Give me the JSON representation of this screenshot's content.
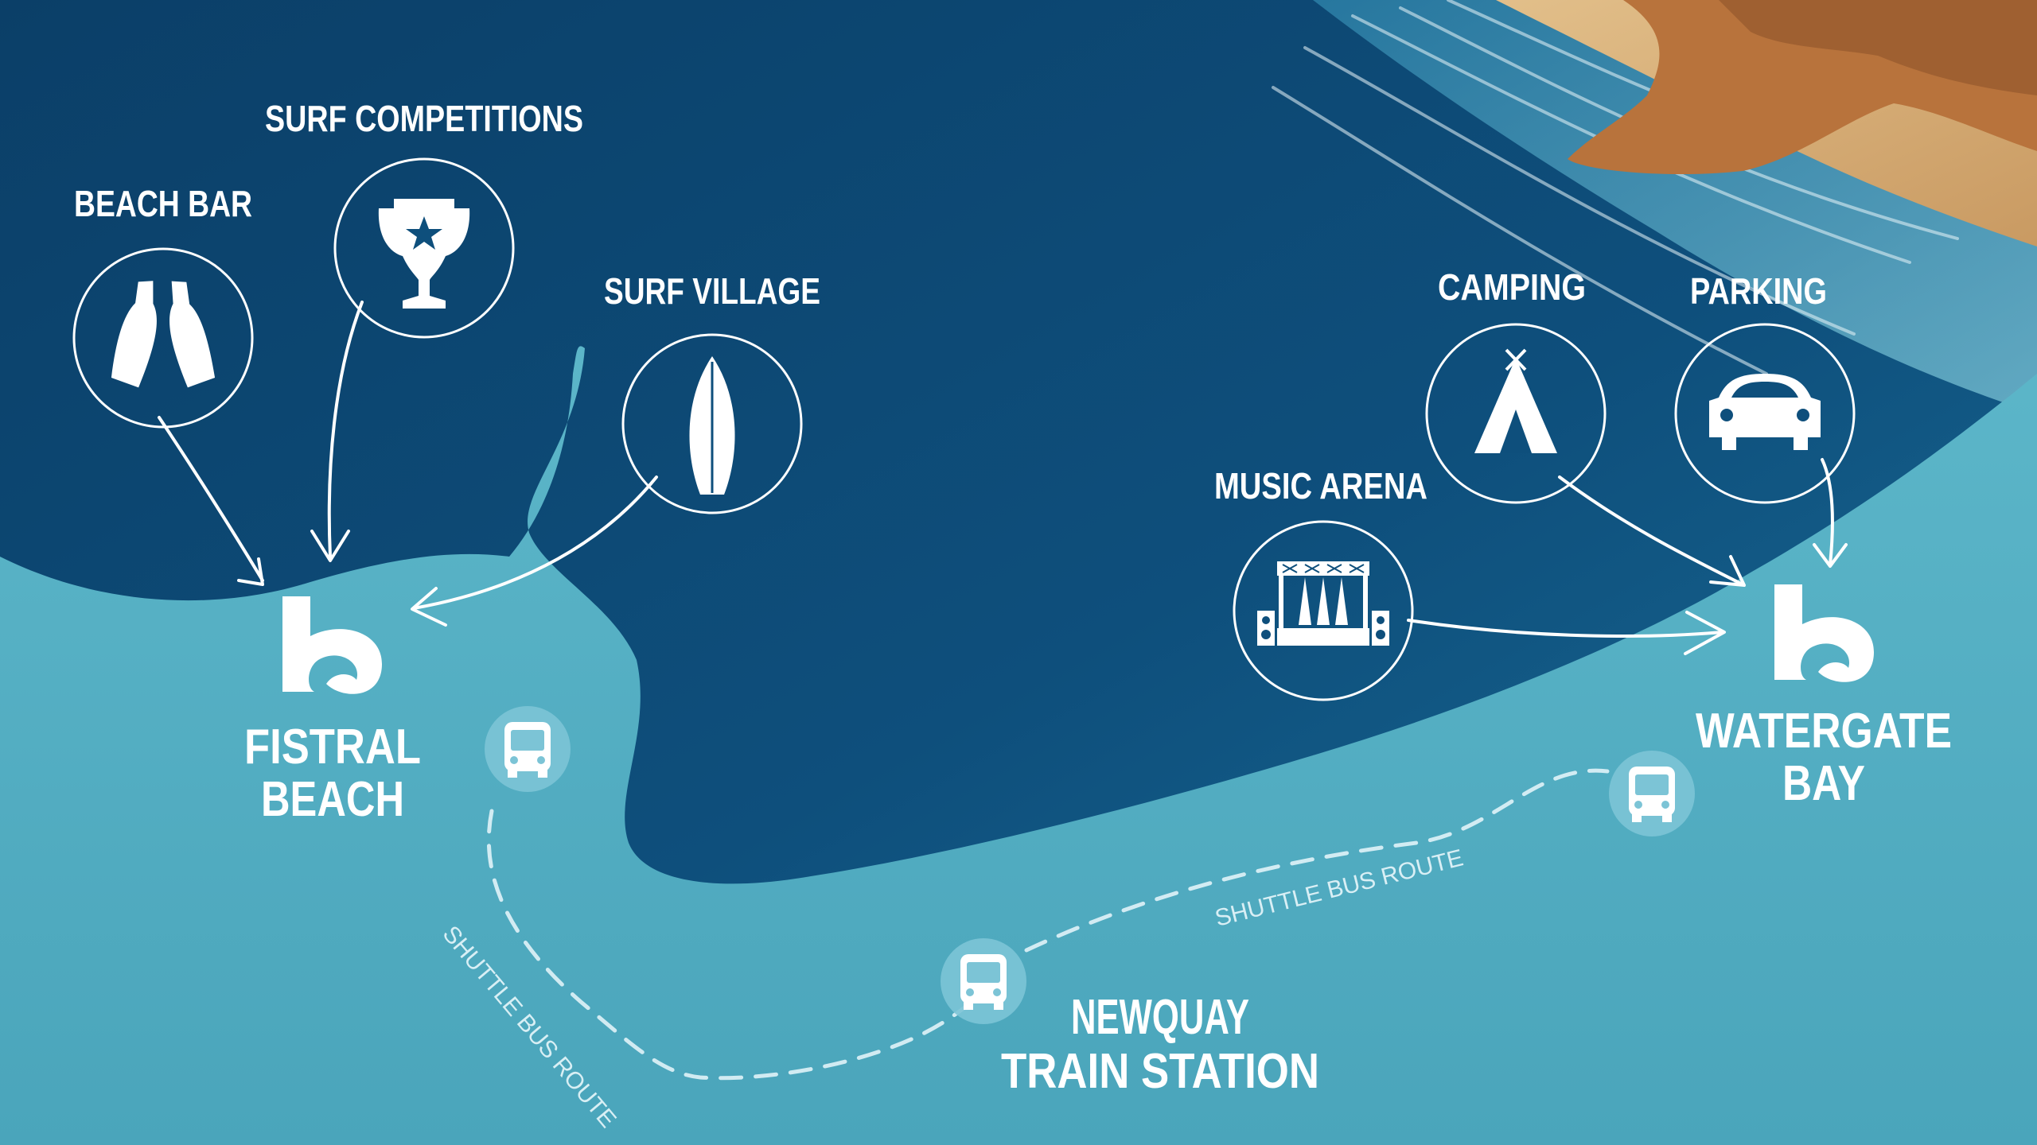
{
  "map": {
    "locations": [
      {
        "id": "fistral",
        "name_line1": "FISTRAL",
        "name_line2": "BEACH"
      },
      {
        "id": "watergate",
        "name_line1": "WATERGATE",
        "name_line2": "BAY"
      },
      {
        "id": "newquay",
        "name_line1": "NEWQUAY",
        "name_line2": "TRAIN STATION"
      }
    ],
    "amenities": {
      "beach_bar": "BEACH BAR",
      "surf_competitions": "SURF COMPETITIONS",
      "surf_village": "SURF VILLAGE",
      "camping": "CAMPING",
      "parking": "PARKING",
      "music_arena": "MUSIC ARENA"
    },
    "routes": {
      "shuttle_left": "SHUTTLE BUS ROUTE",
      "shuttle_right": "SHUTTLE BUS ROUTE"
    },
    "icons": {
      "beach_bar": "bottles-icon",
      "surf_competitions": "trophy-icon",
      "surf_village": "surfboard-icon",
      "camping": "tent-icon",
      "parking": "car-icon",
      "music_arena": "stage-icon",
      "bus": "bus-icon",
      "venue": "wave-logo-icon"
    },
    "colors": {
      "sea_deep": "#0a3e66",
      "sea_mid": "#125a86",
      "land": "#58b3c6",
      "sand": "#d8b07a",
      "cliff": "#b9753e",
      "white": "#ffffff"
    }
  }
}
